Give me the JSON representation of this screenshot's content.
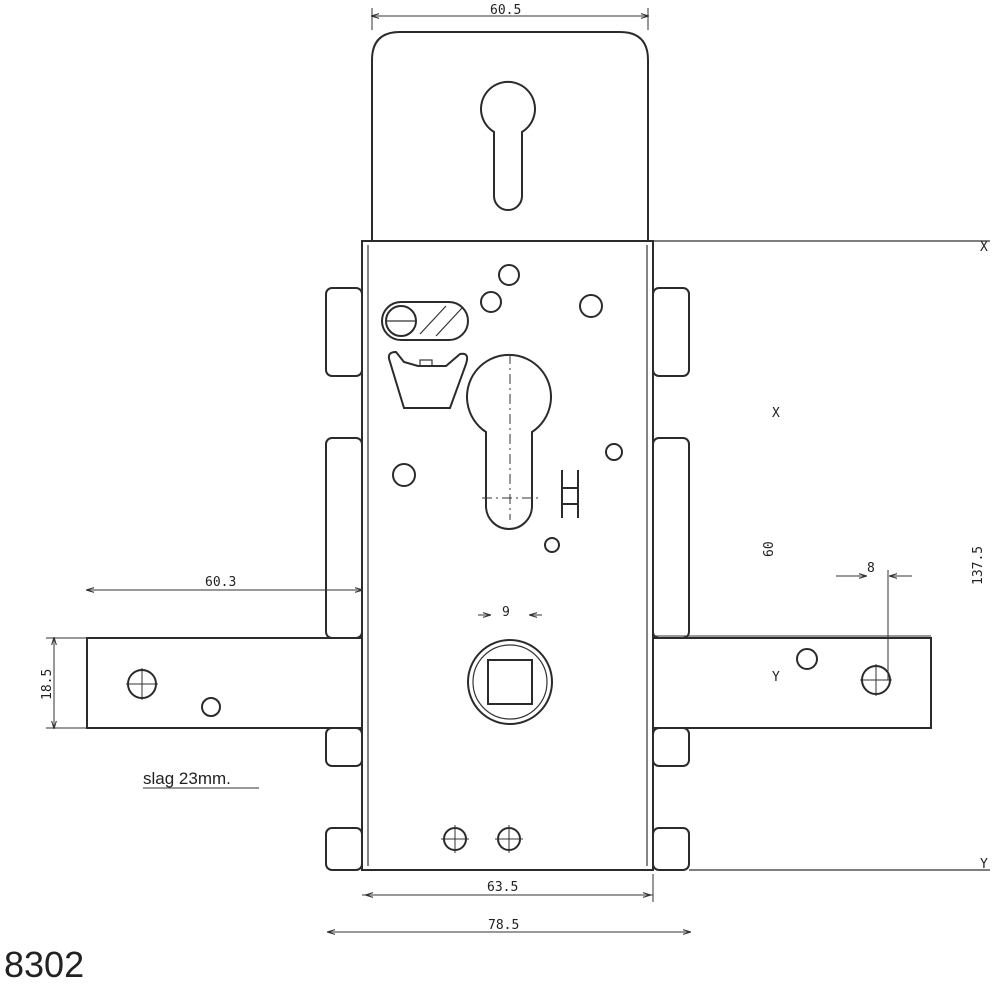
{
  "dimensions": {
    "top_width": "60.5",
    "left_offset": "60.3",
    "bar_height": "18.5",
    "spindle": "9",
    "bolt_offset": "8",
    "height_total": "137.5",
    "center_distance": "60",
    "body_width": "63.5",
    "overall_width": "78.5"
  },
  "labels": {
    "x_top": "X",
    "x_mid": "X",
    "y_right": "Y",
    "y_edge": "Y"
  },
  "note": "slag 23mm.",
  "product_code": "8302"
}
